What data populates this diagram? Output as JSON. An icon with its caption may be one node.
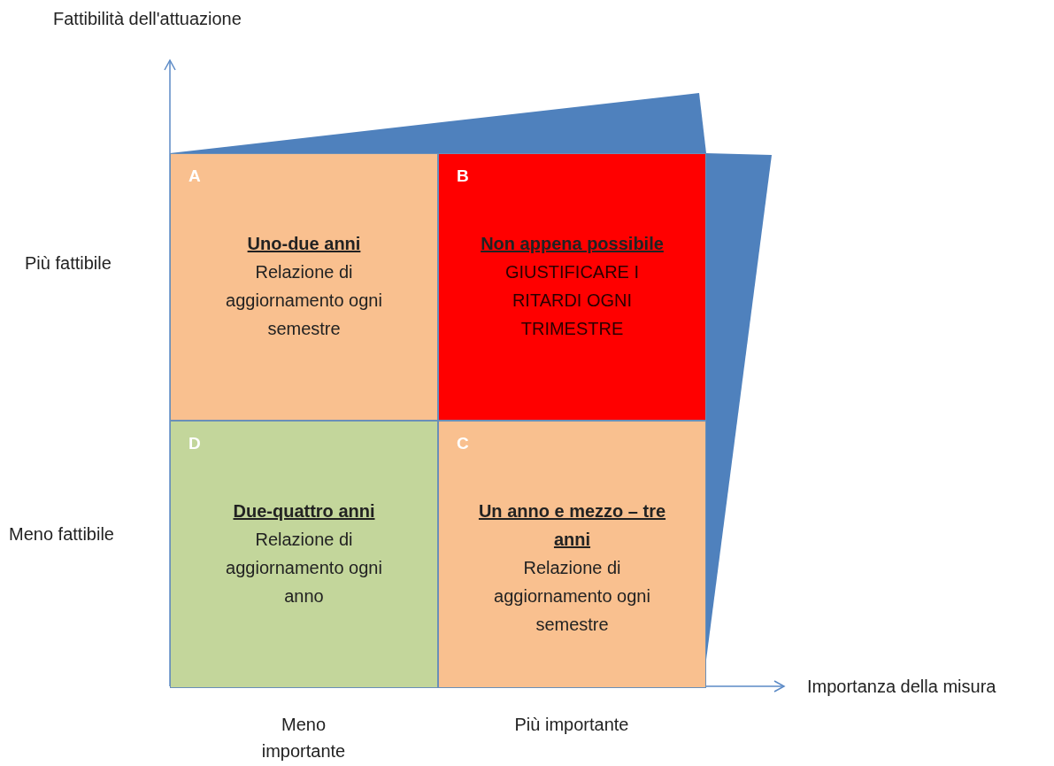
{
  "diagram": {
    "nodes": [
      {
        "text": [
          "A",
          "Uno-due anni",
          "Relazione di aggiornamento ogni semestre"
        ]
      },
      {
        "text": [
          "B",
          "Non appena possibile",
          "GIUSTIFICARE I RITARDI OGNI TRIMESTRE"
        ]
      },
      {
        "text": [
          "D",
          "Due-quattro anni",
          "Relazione di aggiornamento ogni anno"
        ]
      },
      {
        "text": [
          "C",
          "Un anno e mezzo – tre anni",
          "Relazione di aggiornamento ogni semestre"
        ]
      }
    ],
    "labels": [
      "Fattibilità dell'attuazione",
      "Più fattibile",
      "Meno fattibile",
      "Importanza della misura",
      "Meno importante",
      "Più importante"
    ]
  }
}
